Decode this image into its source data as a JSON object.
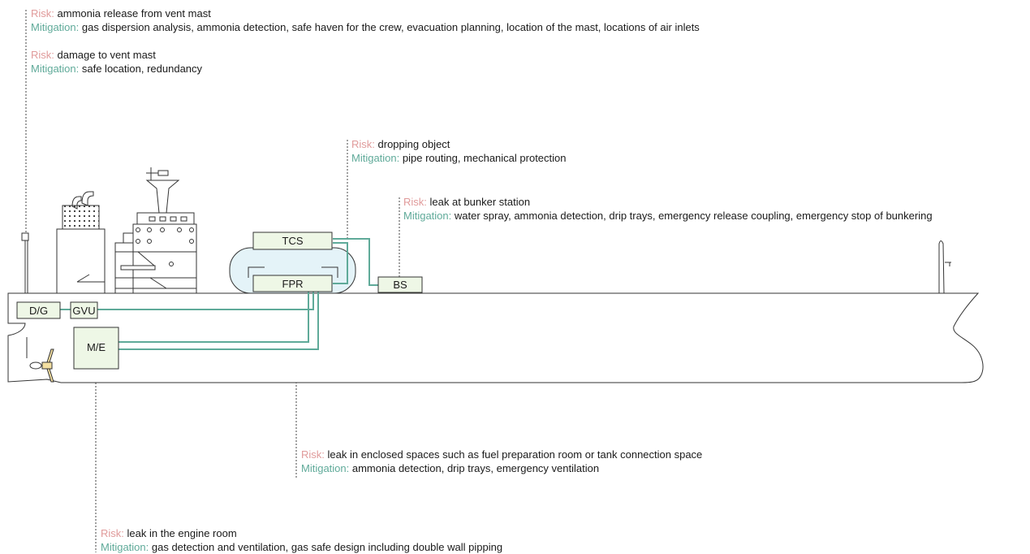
{
  "labels": {
    "risk": "Risk:",
    "mitigation": "Mitigation:"
  },
  "annotations": [
    {
      "id": "vent-release",
      "risk": "ammonia release from vent mast",
      "mitigation": "gas dispersion analysis, ammonia detection, safe haven for the crew, evacuation planning, location of the mast, locations of air inlets"
    },
    {
      "id": "vent-damage",
      "risk": "damage to vent mast",
      "mitigation": "safe location, redundancy"
    },
    {
      "id": "dropping-object",
      "risk": "dropping object",
      "mitigation": "pipe routing, mechanical protection"
    },
    {
      "id": "bunker-leak",
      "risk": "leak at bunker station",
      "mitigation": "water spray, ammonia detection, drip trays, emergency release coupling, emergency stop of bunkering"
    },
    {
      "id": "enclosed-leak",
      "risk": "leak in enclosed spaces such as fuel preparation room or tank connection space",
      "mitigation": "ammonia detection, drip trays, emergency ventilation"
    },
    {
      "id": "engine-leak",
      "risk": "leak in the engine room",
      "mitigation": "gas detection and ventilation, gas safe design including double wall pipping"
    }
  ],
  "components": {
    "tcs": "TCS",
    "fpr": "FPR",
    "bs": "BS",
    "dg": "D/G",
    "gvu": "GVU",
    "me": "M/E"
  },
  "colors": {
    "risk": "#e09a9a",
    "mitigation": "#5faa99",
    "pipe": "#5faa99",
    "box_fill": "#eef7e6",
    "tank_fill": "#e4f3f8"
  }
}
